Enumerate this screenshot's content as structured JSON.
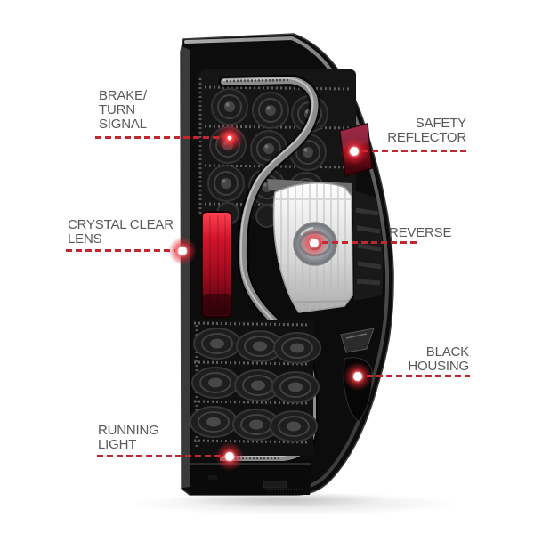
{
  "callouts": [
    {
      "id": "brake-turn-signal",
      "lines": [
        "BRAKE/",
        "TURN",
        "SIGNAL"
      ]
    },
    {
      "id": "safety-reflector",
      "lines": [
        "SAFETY",
        "REFLECTOR"
      ]
    },
    {
      "id": "crystal-clear-lens",
      "lines": [
        "CRYSTAL CLEAR",
        "LENS"
      ]
    },
    {
      "id": "reverse",
      "lines": [
        "REVERSE"
      ]
    },
    {
      "id": "black-housing",
      "lines": [
        "BLACK",
        "HOUSING"
      ]
    },
    {
      "id": "running-light",
      "lines": [
        "RUNNING",
        "LIGHT"
      ]
    }
  ],
  "colors": {
    "background": "#ffffff",
    "label_text": "#58595b",
    "callout_line_red": "#c22730",
    "housing_black": "#0c0c0c",
    "reflector_red": "#d5142b",
    "side_reflector_red": "#9c1322",
    "reverse_lens_clear": "#e0e0e0"
  }
}
